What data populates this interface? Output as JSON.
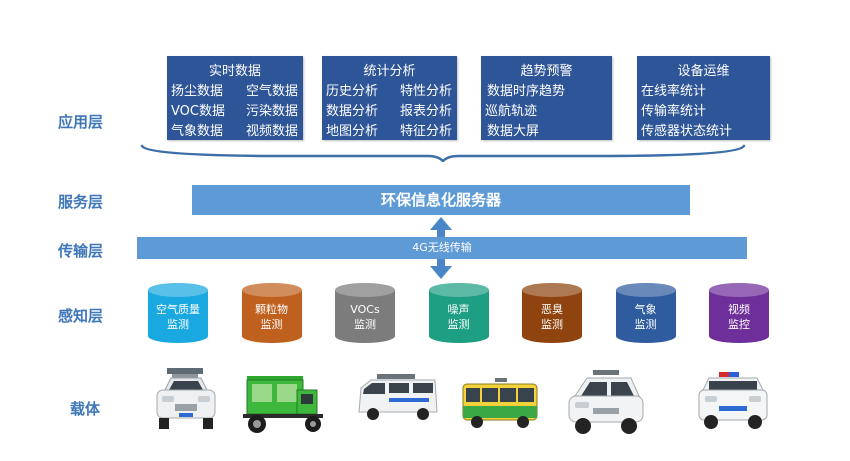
{
  "layers": {
    "application": "应用层",
    "service": "服务层",
    "transport": "传输层",
    "perception": "感知层",
    "carrier": "载体"
  },
  "apps": [
    {
      "title": "实时数据",
      "items": [
        "扬尘数据",
        "空气数据",
        "VOC数据",
        "污染数据",
        "气象数据",
        "视频数据"
      ]
    },
    {
      "title": "统计分析",
      "items": [
        "历史分析",
        "特性分析",
        "数据分析",
        "报表分析",
        "地图分析",
        "特征分析"
      ]
    },
    {
      "title": "趋势预警",
      "items": [
        "数据时序趋势",
        "巡航轨迹",
        "数据大屏"
      ]
    },
    {
      "title": "设备运维",
      "items": [
        "在线率统计",
        "传输率统计",
        "传感器状态统计"
      ]
    }
  ],
  "service": {
    "server": "环保信息化服务器"
  },
  "transport": {
    "network": "4G无线传输"
  },
  "sensors": [
    {
      "line1": "空气质量",
      "line2": "监测",
      "color": "#1aa8e0"
    },
    {
      "line1": "颗粒物",
      "line2": "监测",
      "color": "#c0601e"
    },
    {
      "line1": "VOCs",
      "line2": "监测",
      "color": "#7c7c7c"
    },
    {
      "line1": "噪声",
      "line2": "监测",
      "color": "#1e9e82"
    },
    {
      "line1": "恶臭",
      "line2": "监测",
      "color": "#8f4410"
    },
    {
      "line1": "气象",
      "line2": "监测",
      "color": "#2f5c9e"
    },
    {
      "line1": "视频",
      "line2": "监控",
      "color": "#6e2f9a"
    }
  ],
  "colors": {
    "label": "#3f77b8",
    "app_box": "#2e5597",
    "bar": "#5e9ad5",
    "arrow": "#4a86c5"
  }
}
